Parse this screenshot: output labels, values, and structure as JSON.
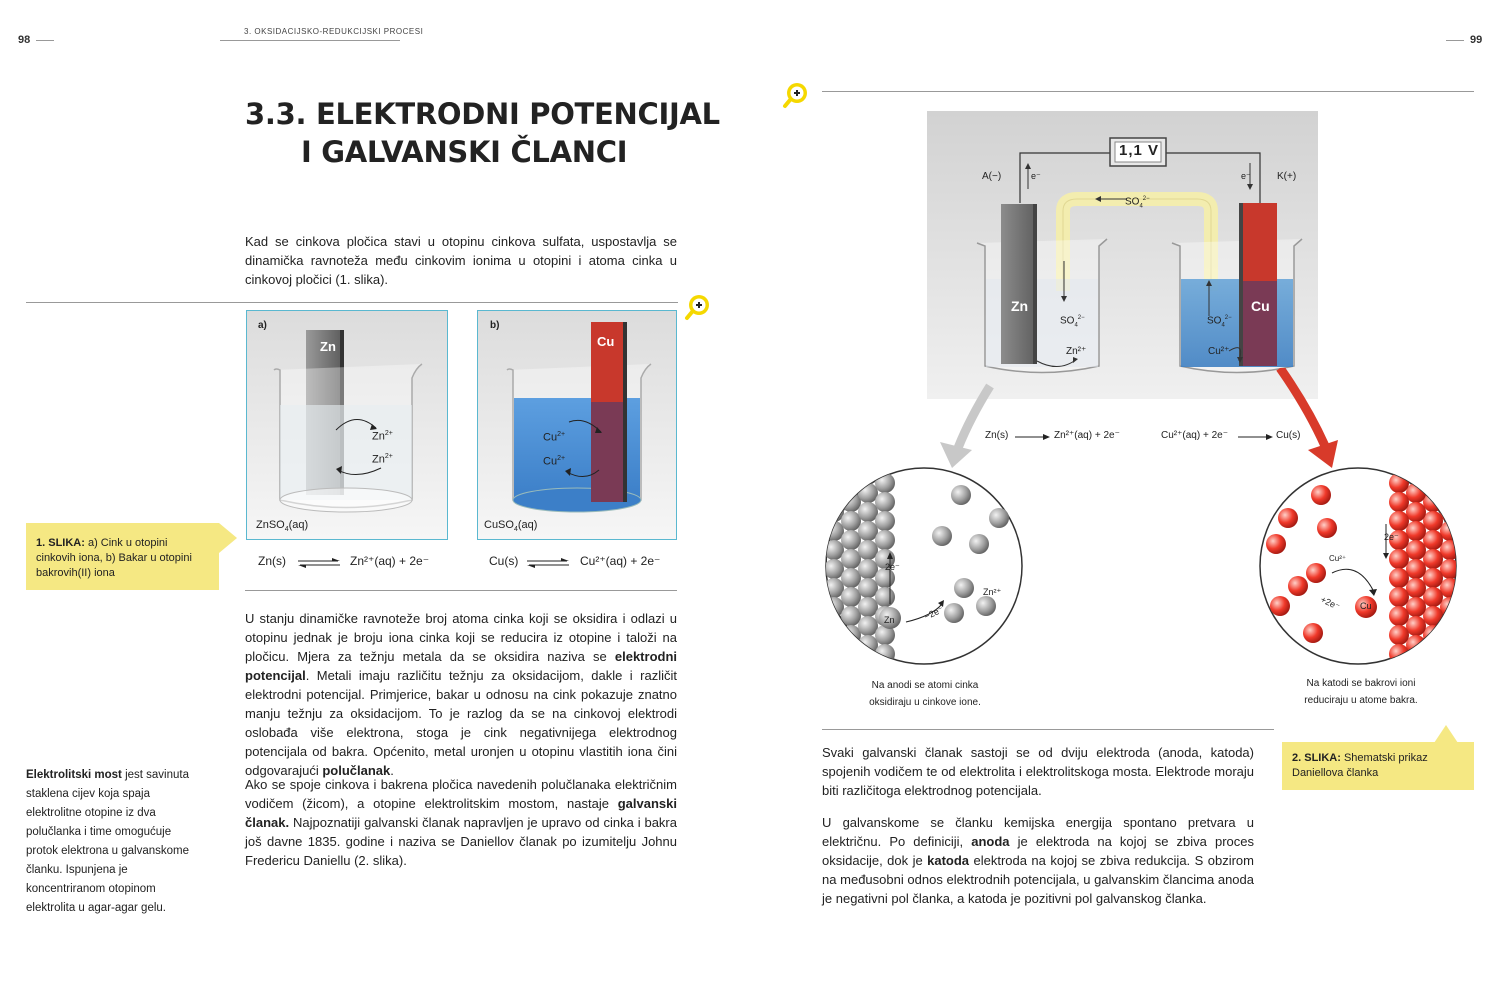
{
  "left_page": {
    "page_number": "98",
    "running_header": "3. OKSIDACIJSKO-REDUKCIJSKI PROCESI",
    "title_line1": "3.3. ELEKTRODNI POTENCIJAL",
    "title_line2": "I GALVANSKI ČLANCI",
    "intro": "Kad se cinkova pločica stavi u otopinu cinkova sulfata, uspostavlja se dinamička ravnoteža među cinkovim ionima u otopini i atoma cinka u cinkovoj pločici (1. slika).",
    "figure1": {
      "panel_a_label": "a)",
      "panel_b_label": "b)",
      "zn_label": "Zn",
      "cu_label": "Cu",
      "zn_ion": "Zn",
      "cu_ion": "Cu",
      "charge": "2+",
      "solution_a_pre": "ZnSO",
      "solution_a_sub": "4",
      "solution_a_post": "(aq)",
      "solution_b_pre": "CuSO",
      "solution_b_sub": "4",
      "solution_b_post": "(aq)",
      "eq_a_left": "Zn(s)",
      "eq_a_right": "Zn²⁺(aq) + 2e⁻",
      "eq_b_left": "Cu(s)",
      "eq_b_right": "Cu²⁺(aq) + 2e⁻",
      "caption_bold": "1. SLIKA:",
      "caption_text": " a) Cink u otopini cinkovih iona, b) Bakar u otopini bakrovih(II) iona"
    },
    "para1_a": "U stanju dinamičke ravnoteže broj atoma cinka koji se oksidira i odlazi u otopinu jednak je broju iona cinka koji se reducira iz otopine i taloži na pločicu. Mjera za težnju metala da se oksidira naziva se ",
    "para1_b1": "elektrodni potencijal",
    "para1_c": ". Metali imaju različitu težnju za oksidacijom, dakle i različit elektrodni potencijal. Primjerice, bakar u odnosu na cink pokazuje znatno manju težnju za oksidacijom. To je razlog da se na cinkovoj elektrodi oslobađa više elektrona, stoga je cink negativnijega elektrodnog potencijala od bakra. Općenito, metal uronjen u otopinu vlastitih iona čini odgovarajući ",
    "para1_b2": "polučlanak",
    "para1_d": ".",
    "para2_a": "Ako se spoje cinkova i bakrena pločica navedenih polučlanaka električnim vodičem (žicom), a otopine elektrolitskim mostom, nastaje ",
    "para2_b": "galvanski članak.",
    "para2_c": " Najpoznatiji galvanski članak napravljen je upravo od cinka i bakra još davne 1835. godine i naziva se Daniellov članak po izumitelju Johnu Fredericu Daniellu (2. slika).",
    "side_bold": "Elektrolitski most",
    "side_text": " jest savinuta staklena cijev koja spaja elektrolitne otopine iz dva polučlanka i time omogućuje protok elektrona u galvanskome članku. Ispunjena je koncentriranom otopinom elektrolita u agar-agar gelu."
  },
  "right_page": {
    "page_number": "99",
    "figure2": {
      "voltmeter": "1,1 V",
      "anode_label": "A(−)",
      "cathode_label": "K(+)",
      "electron": "e⁻",
      "sulfate": "SO",
      "sulfate_sub": "4",
      "sulfate_sup": "2−",
      "zn": "Zn",
      "cu": "Cu",
      "zn_ion": "Zn²⁺",
      "cu_ion": "Cu²⁺",
      "eq_left_a": "Zn(s)",
      "eq_left_b": "Zn²⁺(aq) + 2e⁻",
      "eq_right_a": "Cu²⁺(aq) + 2e⁻",
      "eq_right_b": "Cu(s)",
      "zoom_left_2e": "2e⁻",
      "zoom_left_zn": "Zn",
      "zoom_left_ion": "Zn²⁺",
      "zoom_left_arrow": "−2e⁻",
      "zoom_right_ion": "Cu²⁺",
      "zoom_right_2e": "2e⁻",
      "zoom_right_cu": "Cu",
      "zoom_right_arrow": "+2e⁻",
      "cap_left_1": "Na anodi se atomi cinka",
      "cap_left_2": "oksidiraju u cinkove ione.",
      "cap_right_1": "Na katodi se bakrovi ioni",
      "cap_right_2": "reduciraju u atome bakra.",
      "caption_bold": "2. SLIKA:",
      "caption_text": " Shematski prikaz Daniellova članka"
    },
    "para1": "Svaki galvanski članak sastoji se od dviju elektroda (anoda, katoda) spojenih vodičem te od elektrolita i elektrolitskoga mosta. Elektrode moraju biti različitoga elektrodnog potencijala.",
    "para2_a": "U galvanskome se članku kemijska energija spontano pretvara u električnu. Po definiciji, ",
    "para2_b1": "anoda",
    "para2_c": " je elektroda na kojoj se zbiva proces oksidacije, dok je ",
    "para2_b2": "katoda",
    "para2_d": " elektroda na kojoj se zbiva redukcija. S obzirom na međusobni odnos elektrodnih potencijala, u galvanskim člancima anoda je negativni pol članka, a katoda je pozitivni pol galvanskog članka."
  },
  "colors": {
    "note_yellow": "#f5e883",
    "zoom_yellow": "#f5d800",
    "solution_blue": "#4a8fd0",
    "copper_red": "#c8382c",
    "figure_border": "#5ab8d0"
  }
}
